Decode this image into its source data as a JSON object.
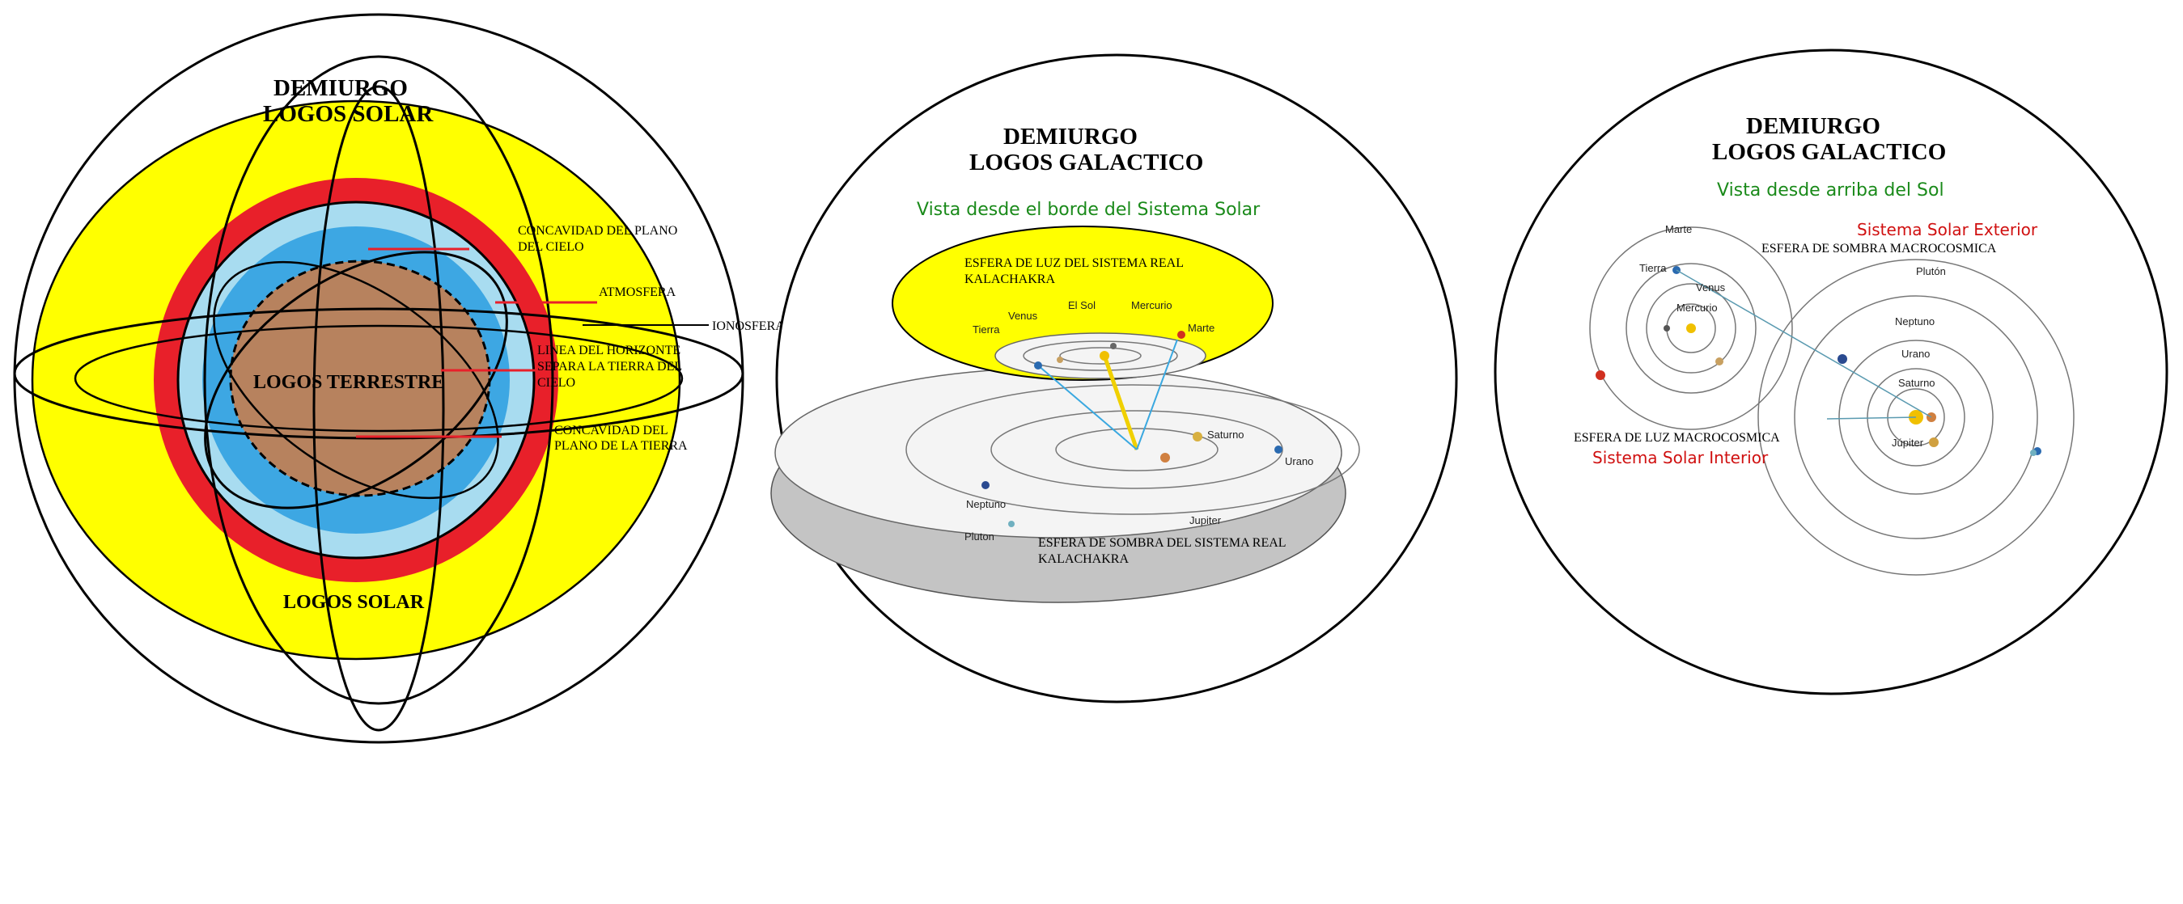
{
  "panel1": {
    "title_line1": "DEMIURGO",
    "title_line2": "LOGOS SOLAR",
    "center_label": "LOGOS TERRESTRE",
    "bottom_label": "LOGOS SOLAR",
    "annotations": {
      "concavidad_cielo_1": "CONCAVIDAD DEL PLANO",
      "concavidad_cielo_2": "DEL CIELO",
      "atmosfera": "ATMOSFERA",
      "ionosfera": "IONOSFERA",
      "horizonte_1": "LINEA DEL HORIZONTE",
      "horizonte_2": "SEPARA LA TIERRA DEL",
      "horizonte_3": "CIELO",
      "concavidad_tierra_1": "CONCAVIDAD DEL",
      "concavidad_tierra_2": "PLANO DE LA TIERRA"
    }
  },
  "panel2": {
    "title_line1": "DEMIURGO",
    "title_line2": "LOGOS GALACTICO",
    "subtitle": "Vista desde el borde del Sistema Solar",
    "light_sphere_1": "ESFERA DE LUZ DEL SISTEMA REAL",
    "light_sphere_2": "KALACHAKRA",
    "shadow_sphere_1": "ESFERA DE SOMBRA DEL SISTEMA REAL",
    "shadow_sphere_2": "KALACHAKRA",
    "planets": {
      "venus": "Venus",
      "sol": "El Sol",
      "mercurio": "Mercurio",
      "tierra": "Tierra",
      "marte": "Marte",
      "saturno": "Saturno",
      "urano": "Urano",
      "neptuno": "Neptuno",
      "pluton": "Pluton",
      "jupiter": "Jupiter"
    }
  },
  "panel3": {
    "title_line1": "DEMIURGO",
    "title_line2": "LOGOS GALACTICO",
    "subtitle": "Vista desde arriba del Sol",
    "exterior": "Sistema Solar Exterior",
    "shadow_macro": "ESFERA DE SOMBRA MACROCOSMICA",
    "light_macro": "ESFERA DE LUZ MACROCOSMICA",
    "interior": "Sistema Solar Interior",
    "planets": {
      "marte": "Marte",
      "tierra": "Tierra",
      "venus": "Venus",
      "mercurio": "Mercurio",
      "pluton": "Plutón",
      "neptuno": "Neptuno",
      "urano": "Urano",
      "saturno": "Saturno",
      "jupiter": "Júpiter"
    }
  },
  "colors": {
    "yellow": "#ffff00",
    "red": "#e8202a",
    "light_blue": "#a8dcf0",
    "blue": "#2a9ee0",
    "brown": "#b7825e",
    "gray": "#c4c4c4",
    "green_text": "#1a8a1a",
    "red_text": "#d01010"
  }
}
